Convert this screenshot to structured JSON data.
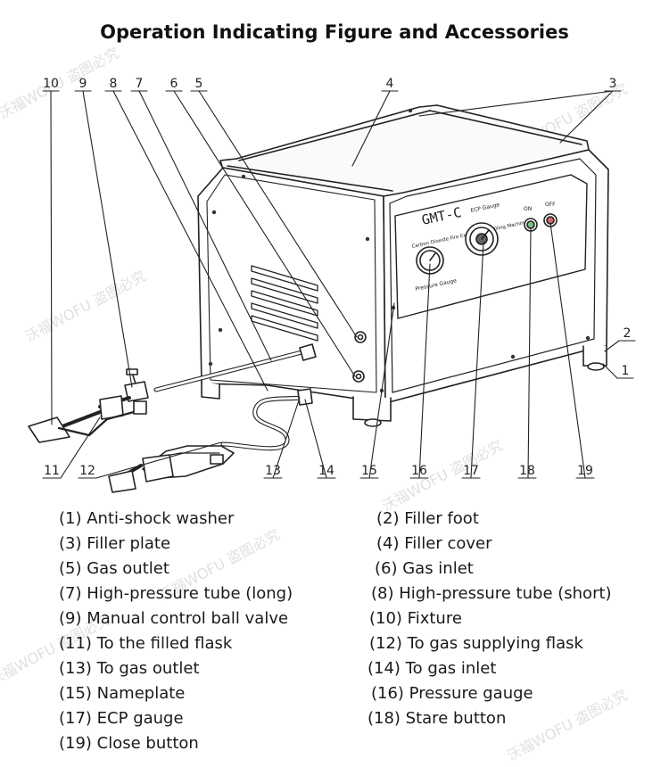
{
  "title": "Operation Indicating Figure and Accessories",
  "callout_numbers": [
    "10",
    "9",
    "8",
    "7",
    "6",
    "5",
    "4",
    "3",
    "2",
    "1",
    "11",
    "12",
    "13",
    "14",
    "15",
    "16",
    "17",
    "18",
    "19"
  ],
  "panel": {
    "model": "GMT-C",
    "subtitle": "Carbon Dioxide Fire Extinguisher Filling Machine",
    "ecp_label": "ECP Gauge",
    "pressure_label": "Pressure Gauge",
    "on_label": "ON",
    "off_label": "OFF"
  },
  "legend_left": [
    "(1) Anti-shock washer",
    "(3) Filler plate",
    "(5) Gas outlet",
    "(7) High-pressure tube (long)",
    "(9) Manual control ball valve",
    "(11) To the filled flask",
    "(13) To gas outlet",
    "(15) Nameplate",
    "(17) ECP gauge",
    "(19) Close button"
  ],
  "legend_right": [
    "(2) Filler foot",
    "(4) Filler cover",
    "(6) Gas inlet",
    "(8) High-pressure tube (short)",
    "(10) Fixture",
    "(12) To gas supplying flask",
    "(14) To gas inlet",
    "(16) Pressure gauge",
    "(18) Stare button"
  ],
  "watermark": "沃福WOFU 盗图必究"
}
